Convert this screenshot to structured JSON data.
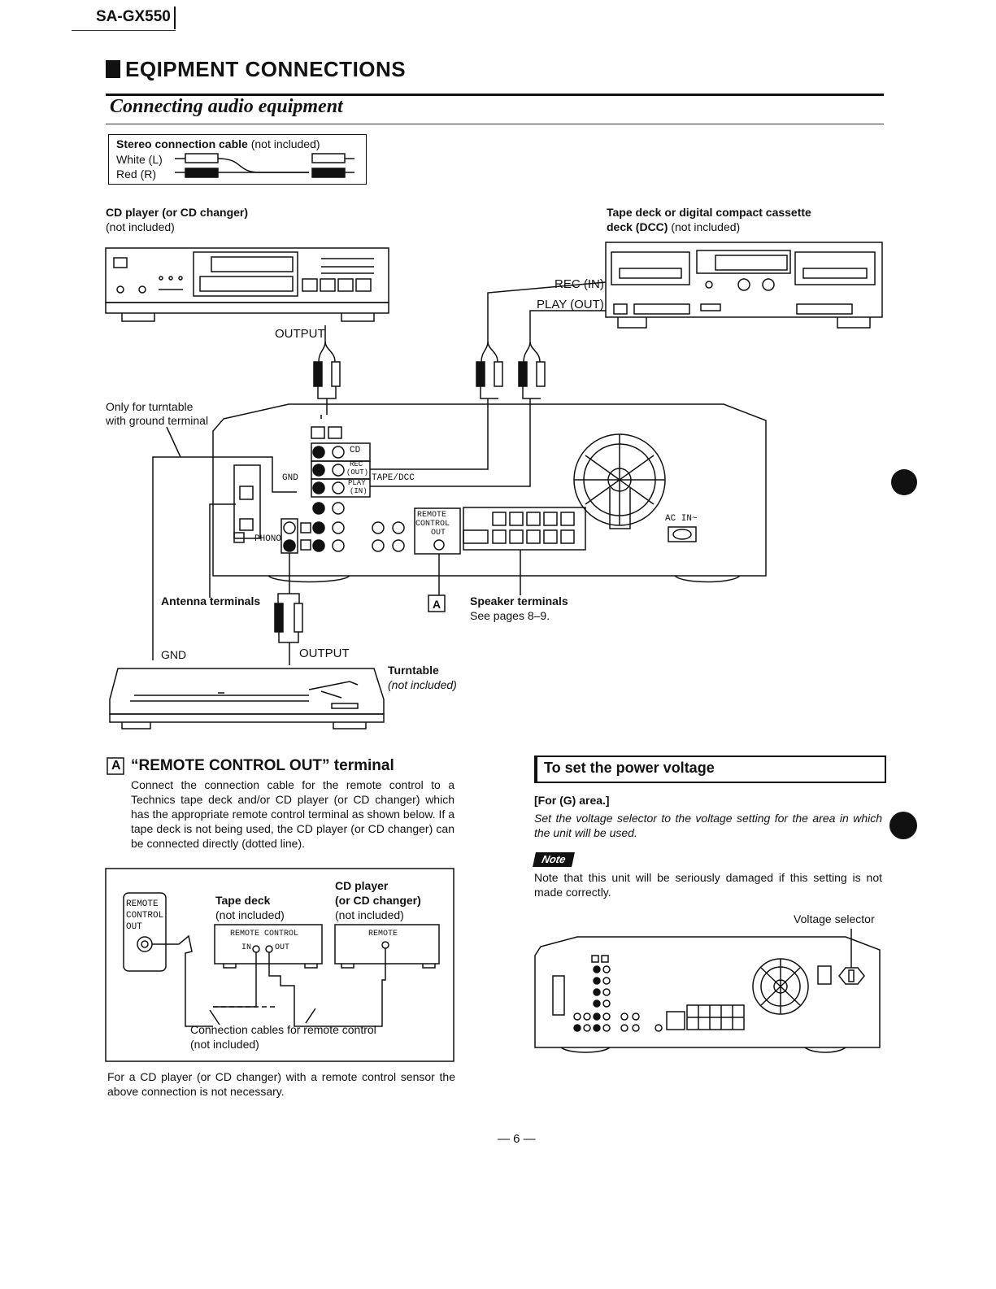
{
  "header": {
    "model": "SA-GX550",
    "title": "EQIPMENT CONNECTIONS",
    "subtitle": "Connecting audio equipment"
  },
  "cable_box": {
    "title": "Stereo connection cable",
    "title_note": "(not included)",
    "white": "White  (L)",
    "red": "Red     (R)"
  },
  "diagram": {
    "cd_player_title": "CD player (or CD changer)",
    "cd_player_note": "(not included)",
    "tape_deck_title": "Tape deck or digital compact cassette",
    "tape_deck_title2": "deck (DCC)",
    "tape_deck_note": "(not included)",
    "rec_in": "REC (IN)",
    "play_out": "PLAY (OUT)",
    "output_cd": "OUTPUT",
    "turntable_note_line1": "Only for turntable",
    "turntable_note_line2": "with ground terminal",
    "panel_cd": "CD",
    "panel_gnd": "GND",
    "panel_rec": "REC",
    "panel_out": "(OUT)",
    "panel_play": "PLAY",
    "panel_in": "(IN)",
    "panel_tape_dcc": "TAPE/DCC",
    "panel_phono": "PHONO",
    "panel_remote": "REMOTE",
    "panel_control": "CONTROL",
    "panel_remote_out": "OUT",
    "panel_ac_in": "AC IN~",
    "antenna_terminals": "Antenna terminals",
    "label_a": "A",
    "speaker_terminals": "Speaker terminals",
    "speaker_see": "See pages 8–9.",
    "gnd": "GND",
    "output_turntable": "OUTPUT",
    "turntable_title": "Turntable",
    "turntable_note": "(not included)"
  },
  "remote_section": {
    "badge": "A",
    "title": "“REMOTE CONTROL OUT” terminal",
    "body": "Connect the connection cable for the remote control to a Technics tape deck and/or CD player (or CD changer) which has the appropriate remote control terminal as shown below. If a tape deck is not being used, the CD player (or CD changer) can be connected directly (dotted line).",
    "box_remote": "REMOTE",
    "box_control": "CONTROL",
    "box_out": "OUT",
    "box_tape_deck": "Tape deck",
    "box_tape_note": "(not included)",
    "box_cd_player": "CD player",
    "box_cd_changer": "(or CD changer)",
    "box_cd_note": "(not included)",
    "box_remote_control": "REMOTE CONTROL",
    "box_in": "IN",
    "box_out2": "OUT",
    "box_remote2": "REMOTE",
    "box_cables": "Connection cables for remote control",
    "box_cables_note": "(not included)",
    "footer": "For a CD player (or CD changer) with a remote control sensor the above connection is not necessary."
  },
  "power_section": {
    "title": "To set the power voltage",
    "area": "[For (G) area.]",
    "body": "Set the voltage selector to the voltage setting for the area in which the unit will be used.",
    "note_badge": "Note",
    "note_text": "Note that this unit will be seriously damaged if this setting is not made correctly.",
    "voltage_selector": "Voltage selector"
  },
  "page_number": "— 6 —"
}
